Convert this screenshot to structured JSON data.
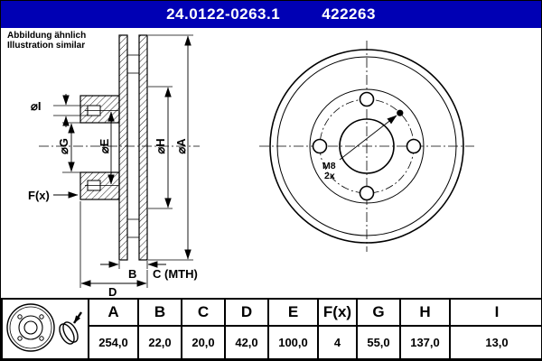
{
  "header": {
    "part_number": "24.0122-0263.1",
    "ref_number": "422263"
  },
  "note": {
    "line1": "Abbildung ähnlich",
    "line2": "Illustration similar"
  },
  "drawing": {
    "labels": {
      "dia_i": "⌀I",
      "dia_g": "⌀G",
      "dia_e": "⌀E",
      "dia_h": "⌀H",
      "dia_a": "⌀A",
      "f": "F(x)",
      "b": "B",
      "c_mth": "C (MTH)",
      "d": "D",
      "thread": "M8",
      "thread_qty": "2x"
    }
  },
  "table": {
    "columns": [
      "A",
      "B",
      "C",
      "D",
      "E",
      "F(x)",
      "G",
      "H",
      "I"
    ],
    "values": [
      "254,0",
      "22,0",
      "20,0",
      "42,0",
      "100,0",
      "4",
      "55,0",
      "137,0",
      "13,0"
    ]
  },
  "colors": {
    "header_bg": "#0000b4",
    "line": "#000000",
    "text_on_header": "#ffffff"
  },
  "icons": [
    "brake-disc-front-icon",
    "mounting-direction-icon"
  ]
}
